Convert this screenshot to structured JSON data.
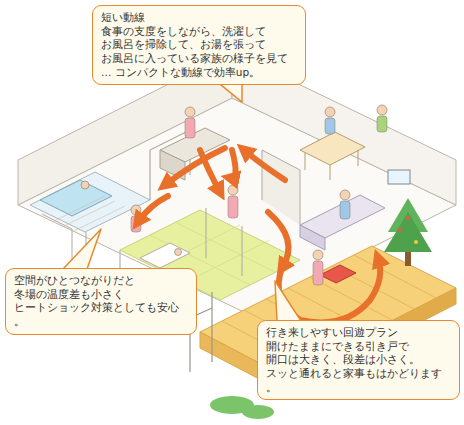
{
  "diagram": {
    "nodes": [
      {
        "text": [
          "短い動線",
          "食事の支度をしながら、洗濯して お風呂を掃除して、お湯を張って お風呂に入っている家族の様子を見て… コンパクトな動線で効率up。"
        ]
      },
      {
        "text": [
          "空間がひとつながりだと 冬場の温度差も小さく ヒートショック対策としても安心。"
        ]
      },
      {
        "text": [
          "行き来しやすい回遊プラン",
          "開けたままにできる引き戸で 開口は大きく、段差は小さく。 スッと通れると家事もはかどります。"
        ]
      }
    ]
  }
}
